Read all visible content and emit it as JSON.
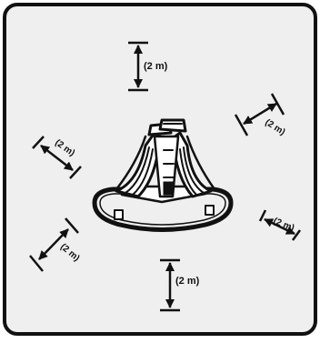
{
  "diagram": {
    "clearance_label": "(2 m)",
    "colors": {
      "panel_fill": "#efefef",
      "ink": "#111111",
      "background": "#ffffff"
    },
    "central_object": "playground-climbing-structure-icon",
    "arrows": [
      {
        "name": "clearance-arrow-top"
      },
      {
        "name": "clearance-arrow-upper-right"
      },
      {
        "name": "clearance-arrow-left"
      },
      {
        "name": "clearance-arrow-right"
      },
      {
        "name": "clearance-arrow-lower-left"
      },
      {
        "name": "clearance-arrow-bottom"
      }
    ]
  }
}
